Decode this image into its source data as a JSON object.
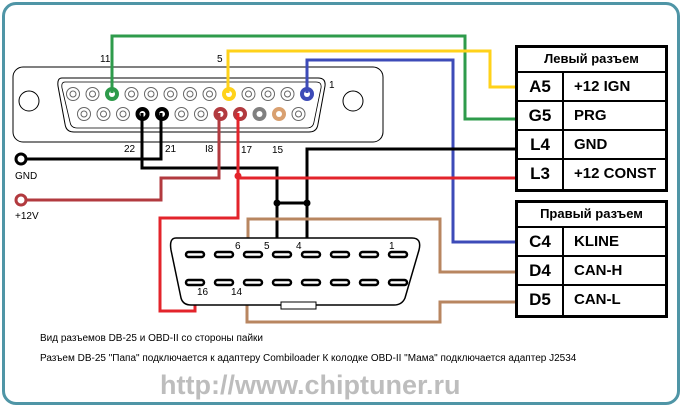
{
  "db25": {
    "pin_labels": {
      "p11": "11",
      "p5": "5",
      "p1": "1",
      "p22": "22",
      "p21": "21",
      "p18": "I8",
      "p17": "17",
      "p15": "15"
    }
  },
  "terminals": {
    "gnd": "GND",
    "v12": "+12V"
  },
  "obd2": {
    "pin_labels": {
      "p6": "6",
      "p5": "5",
      "p4": "4",
      "p1": "1",
      "p16": "16",
      "p14": "14"
    }
  },
  "left_table": {
    "title": "Левый разъем",
    "rows": [
      {
        "code": "A5",
        "signal": "+12 IGN"
      },
      {
        "code": "G5",
        "signal": "PRG"
      },
      {
        "code": "L4",
        "signal": "GND"
      },
      {
        "code": "L3",
        "signal": "+12 CONST"
      }
    ]
  },
  "right_table": {
    "title": "Правый разъем",
    "rows": [
      {
        "code": "C4",
        "signal": "KLINE"
      },
      {
        "code": "D4",
        "signal": "CAN-H"
      },
      {
        "code": "D5",
        "signal": "CAN-L"
      }
    ]
  },
  "captions": {
    "view": "Вид разъемов DB-25 и OBD-II со стороны пайки",
    "note": "Разъем DB-25 \"Папа\" подключается к адаптеру Combiloader   К колодке OBD-II \"Мама\" подключается адаптер J2534"
  },
  "watermark": "http://www.chiptuner.ru",
  "wire_colors": {
    "green": "#2e9b4b",
    "yellow": "#ffd21a",
    "blue": "#3d4bb8",
    "black": "#000000",
    "red": "#e3242b",
    "darkred": "#b23a3f",
    "brown": "#b88660",
    "gray": "#808080",
    "orange": "#d9a070",
    "frame": "#4f95a6"
  }
}
